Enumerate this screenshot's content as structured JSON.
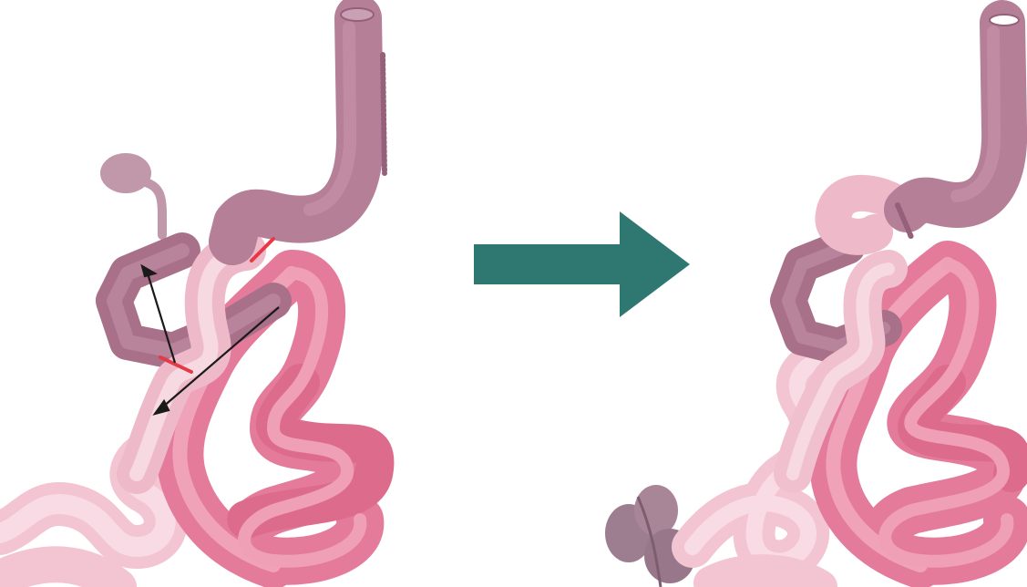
{
  "colors": {
    "background": "#ffffff",
    "stomach": "#b47f97",
    "stomach_dark": "#94607a",
    "stomach_fill": "#a87089",
    "duodenum": "#eeb9c8",
    "duodenum_light": "#f6d9e2",
    "jejunum": "#e47b9a",
    "jejunum_deep": "#d9607f",
    "jejunum_light": "#f2a8bd",
    "ileum_light": "#f3c4d1",
    "gallbladder": "#c198a9",
    "pancreas": "#9d7d90",
    "arrow": "#2f7771",
    "cut_line": "#e63946",
    "vector": "#1a1a1a"
  },
  "panels": [
    {
      "id": "before",
      "components": [
        "esophagus",
        "stomach",
        "gallbladder",
        "duodenum",
        "afferent-limb",
        "jejunum-loops",
        "ileum",
        "cut-lines",
        "direction-arrows"
      ]
    },
    {
      "id": "after",
      "components": [
        "esophagus",
        "stomach",
        "reconstructed-limb",
        "duodenum",
        "jejunum-loops",
        "ileum",
        "pancreas"
      ]
    }
  ],
  "transition_arrow": {
    "icon": "right-arrow-icon"
  }
}
